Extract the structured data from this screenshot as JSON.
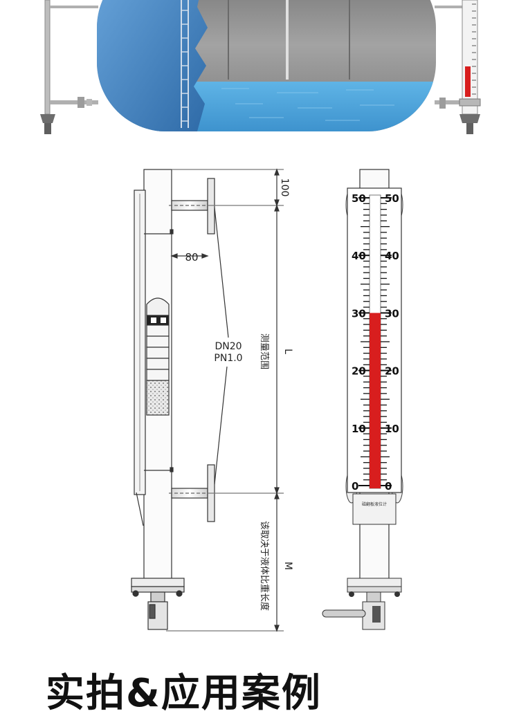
{
  "diagram": {
    "dimensions": {
      "top_offset": "100",
      "flange_distance": "80",
      "measuring_range_letter": "L",
      "lower_length_letter": "M"
    },
    "flange_spec": {
      "line1": "DN20",
      "line2": "PN1.0"
    },
    "labels": {
      "measuring_range": "测量范围",
      "lower_length_note": "该取决于液体比重长度",
      "nameplate": "磁翻板液位计"
    },
    "scale": {
      "ticks": [
        "50",
        "40",
        "30",
        "20",
        "10",
        "0"
      ],
      "level": 30,
      "max": 50
    },
    "colors": {
      "liquid": "#3f9fd8",
      "indicator_red": "#d81e1e",
      "tank_steel": "#8f8f8f",
      "tank_blue": "#4a87c4"
    }
  },
  "section_title": "实拍&应用案例"
}
